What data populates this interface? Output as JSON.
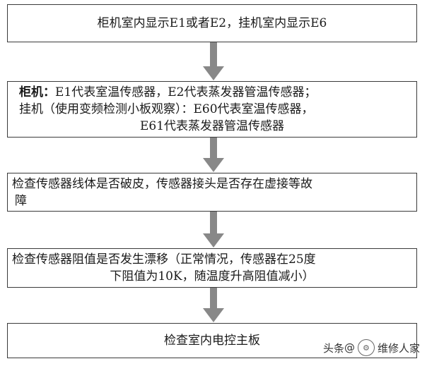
{
  "flowchart": {
    "step1": {
      "lines": [
        "柜机室内显示E1或者E2，挂机室内显示E6"
      ]
    },
    "step2": {
      "label": "柜机：",
      "line1_rest": "E1代表室温传感器，E2代表蒸发器管温传感器；",
      "line2": "挂机（使用变频检测小板观察）：E60代表室温传感器，",
      "line3": "E61代表蒸发器管温传感器"
    },
    "step3": {
      "line1": "检查传感器线体是否破皮，传感器接头是否存在虚接等故",
      "line2": "障"
    },
    "step4": {
      "line1": "检查传感器阻值是否发生漂移（正常情况，传感器在25度",
      "line2": "下阻值为10K，随温度升高阻值减小）"
    },
    "step5": {
      "lines": [
        "检查室内电控主板"
      ]
    }
  },
  "watermark": {
    "prefix": "头条",
    "at": "@",
    "name": "维修人家"
  },
  "colors": {
    "arrow": "#888888",
    "border": "#3a3a3a"
  }
}
